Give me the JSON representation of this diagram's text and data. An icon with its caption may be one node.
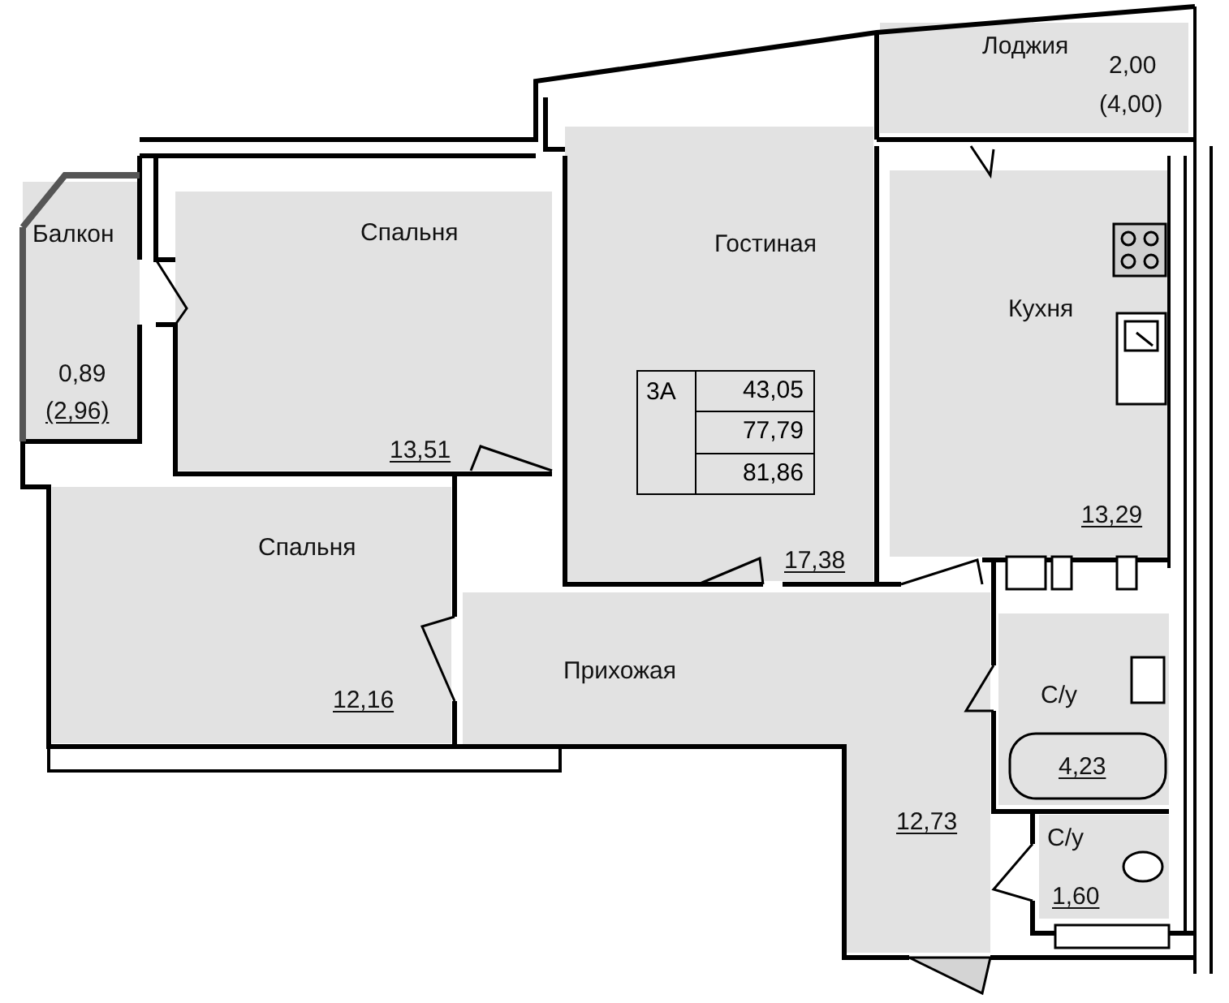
{
  "diagram": {
    "nodes": [
      {
        "text": [
          "Балкон",
          "0,89",
          "(2,96)"
        ]
      },
      {
        "text": [
          "Спальня",
          "13,51"
        ]
      },
      {
        "text": [
          "Гостиная",
          "17,38"
        ]
      },
      {
        "text": [
          "Лоджия",
          "2,00",
          "(4,00)"
        ]
      },
      {
        "text": [
          "Кухня",
          "13,29"
        ]
      },
      {
        "text": [
          "Спальня",
          "12,16"
        ]
      },
      {
        "text": [
          "Прихожая",
          "12,73"
        ]
      },
      {
        "text": [
          "С/у",
          "4,23"
        ]
      },
      {
        "text": [
          "С/у",
          "1,60"
        ]
      },
      {
        "text": [
          "3А",
          "43,05",
          "77,79",
          "81,86"
        ],
        "in": 2
      }
    ]
  }
}
